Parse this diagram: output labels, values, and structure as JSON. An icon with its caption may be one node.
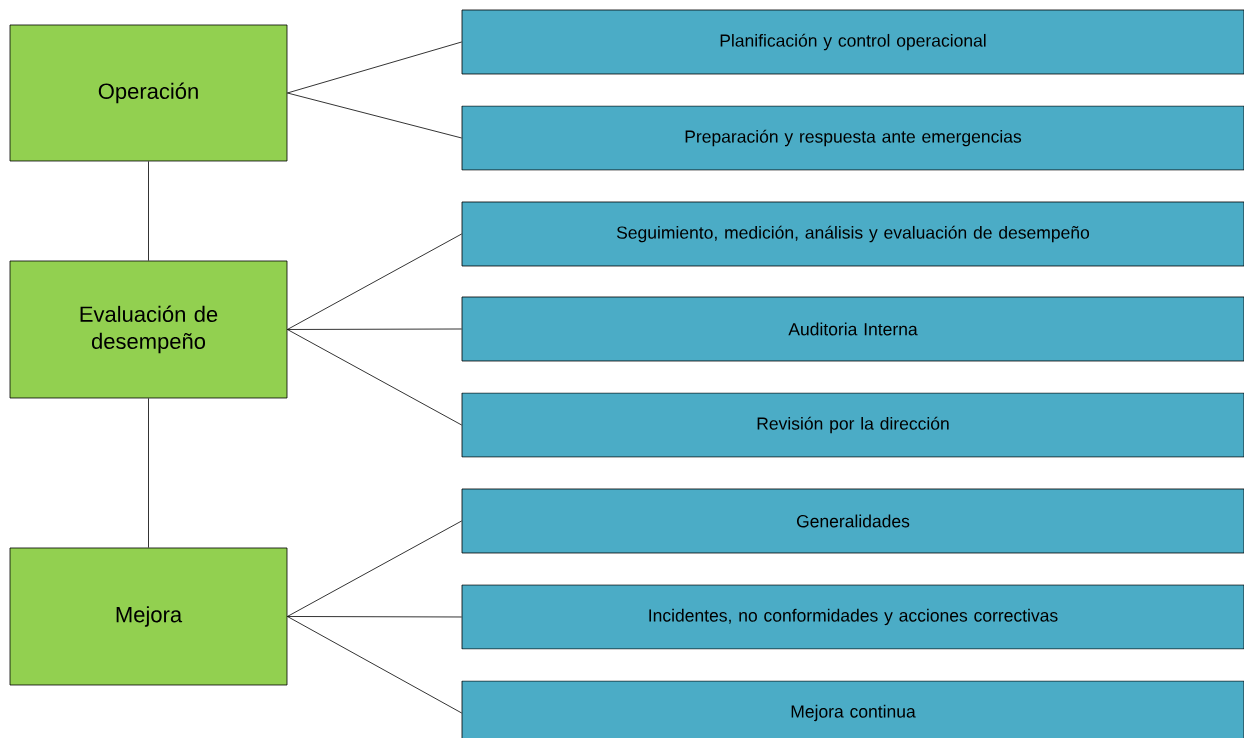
{
  "diagram": {
    "nodes": [
      {
        "text": [
          "Operación"
        ]
      },
      {
        "text": [
          "Planificación y control operacional"
        ]
      },
      {
        "text": [
          "Preparación y respuesta ante emergencias"
        ]
      },
      {
        "text": [
          "Evaluación de desempeño"
        ]
      },
      {
        "text": [
          "Seguimiento, medición, análisis y evaluación de desempeño"
        ]
      },
      {
        "text": [
          "Auditoria Interna"
        ]
      },
      {
        "text": [
          "Revisión por la dirección"
        ]
      },
      {
        "text": [
          "Mejora"
        ]
      },
      {
        "text": [
          "Generalidades"
        ]
      },
      {
        "text": [
          "Incidentes, no conformidades y acciones correctivas"
        ]
      },
      {
        "text": [
          "Mejora continua"
        ]
      }
    ],
    "edges": [
      {
        "from": 0,
        "to": 1,
        "arrow": "none"
      },
      {
        "from": 0,
        "to": 2,
        "arrow": "none"
      },
      {
        "from": 0,
        "to": 3,
        "arrow": "none"
      },
      {
        "from": 3,
        "to": 4,
        "arrow": "none"
      },
      {
        "from": 3,
        "to": 5,
        "arrow": "none"
      },
      {
        "from": 3,
        "to": 6,
        "arrow": "none"
      },
      {
        "from": 3,
        "to": 7,
        "arrow": "none"
      },
      {
        "from": 7,
        "to": 8,
        "arrow": "none"
      },
      {
        "from": 7,
        "to": 9,
        "arrow": "none"
      },
      {
        "from": 7,
        "to": 10,
        "arrow": "none"
      }
    ]
  }
}
